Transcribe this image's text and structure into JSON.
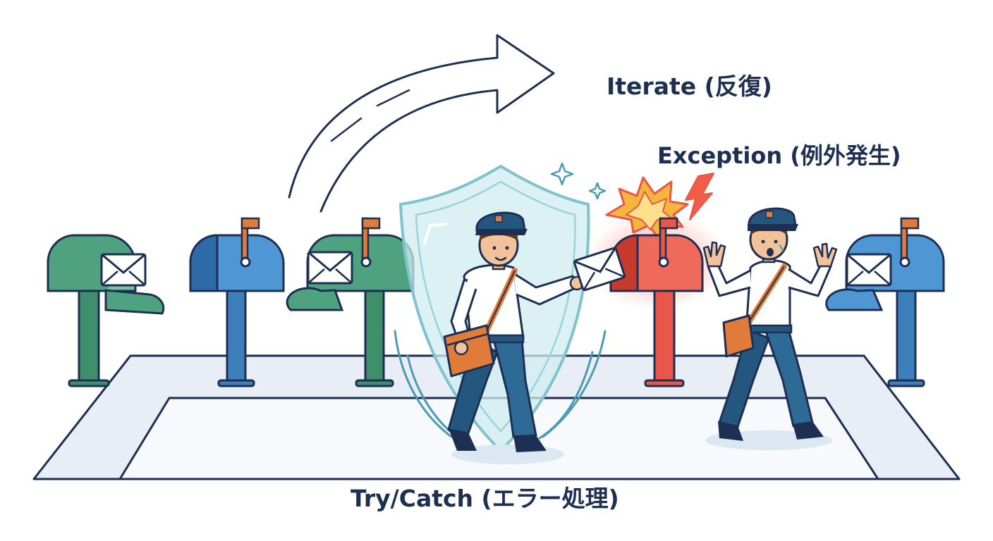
{
  "labels": {
    "iterate": "Iterate (反復)",
    "exception": "Exception (例外発生)",
    "try_catch": "Try/Catch (エラー処理)"
  },
  "colors": {
    "outline": "#1d2f52",
    "green_mailbox": "#4ea27f",
    "blue_mailbox": "#4f96d4",
    "error_mailbox": "#e8574a",
    "shield": "#7fc3cf",
    "road": "#e9eef6",
    "uniform_shirt": "#ffffff",
    "uniform_pants": "#24577f",
    "bag": "#e07b39",
    "flag": "#e07b39"
  },
  "icons": [
    "iterate-arrow-icon",
    "shield-icon",
    "sparkle-icon",
    "explosion-icon",
    "lightning-icon",
    "envelope-icon",
    "mailbox-icon",
    "postman-icon"
  ]
}
